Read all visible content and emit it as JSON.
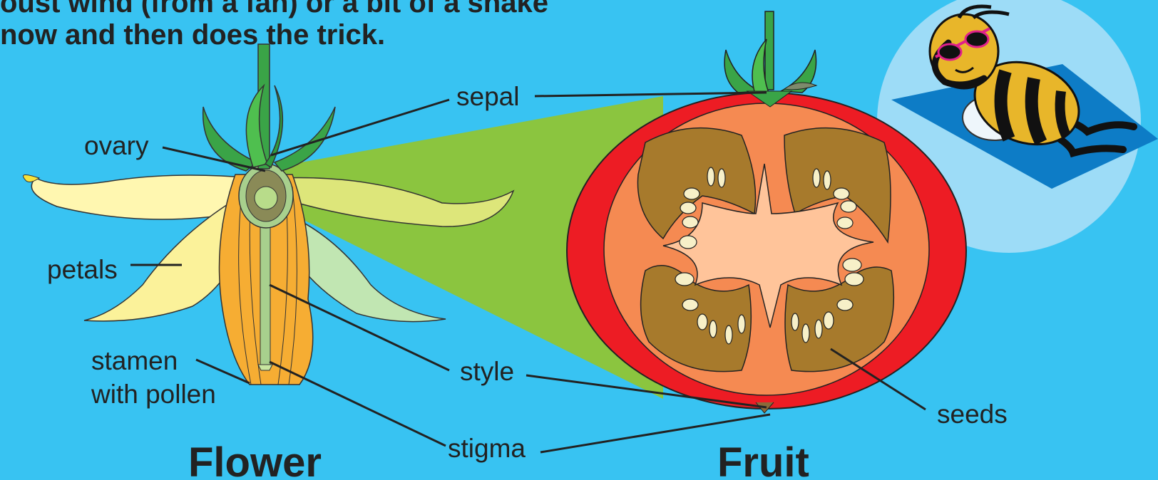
{
  "heading": {
    "line1": "oust wind (from a fan) or a bit of a shake",
    "line2": "now and then does the trick."
  },
  "labels": {
    "sepal": "sepal",
    "ovary": "ovary",
    "petals": "petals",
    "stamen_line1": "stamen",
    "stamen_line2": "with pollen",
    "style": "style",
    "stigma": "stigma",
    "seeds": "seeds"
  },
  "titles": {
    "flower": "Flower",
    "fruit": "Fruit"
  },
  "colors": {
    "background": "#38c3f2",
    "connector": "#8bc53f",
    "tomato_skin": "#ed1c24",
    "tomato_flesh": "#f58a52",
    "seed_cavity": "#a77a2c",
    "petal": "#fbf29a",
    "stamen": "#f6ad33",
    "leaf": "#3aa447",
    "bee_yellow": "#e8b62a",
    "towel": "#0d7cc6",
    "sun_circle": "#9ddcf7"
  },
  "icons": {
    "flower": "flower-cross-section-illustration",
    "fruit": "tomato-cross-section-illustration",
    "bee": "sunbathing-bee-with-sunglasses-illustration"
  }
}
